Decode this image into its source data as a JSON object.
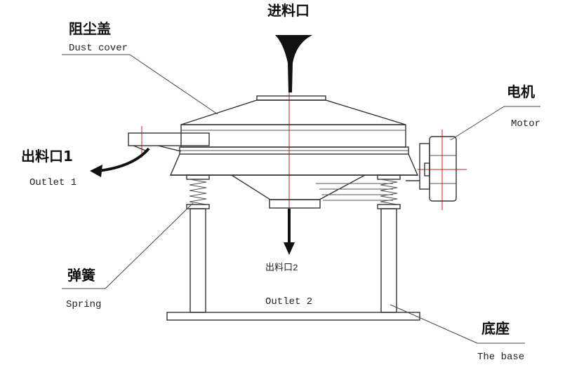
{
  "labels": {
    "dust_cover": {
      "zh": "阻尘盖",
      "en": "Dust cover"
    },
    "inlet": {
      "zh": "进料口"
    },
    "motor": {
      "zh": "电机",
      "en": "Motor"
    },
    "outlet1": {
      "zh": "出料口1",
      "en": "Outlet 1"
    },
    "outlet2": {
      "zh": "出料口2",
      "en": "Outlet 2"
    },
    "spring": {
      "zh": "弹簧",
      "en": "Spring"
    },
    "base": {
      "zh": "底座",
      "en": "The base"
    }
  },
  "colors": {
    "line": "#333333",
    "centerline": "#d02020",
    "text": "#111111"
  }
}
